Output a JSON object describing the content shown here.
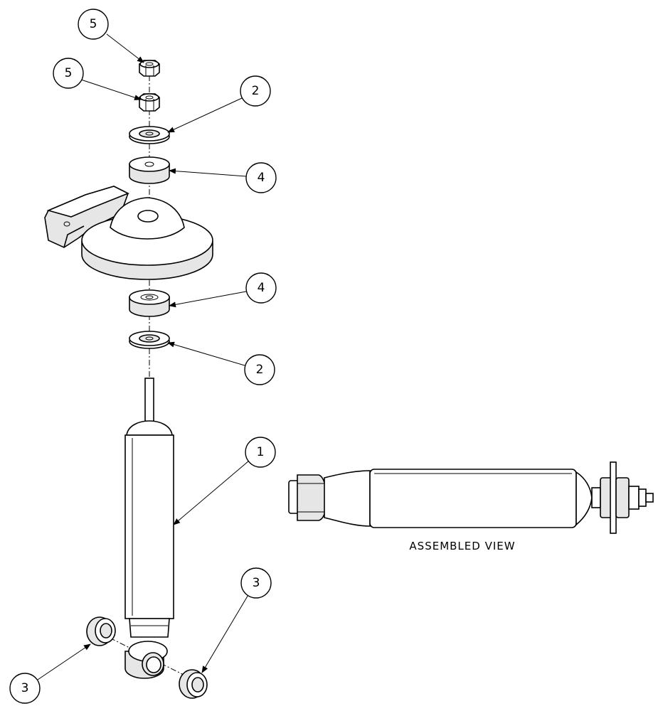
{
  "callouts": [
    {
      "id": "callout-5-top",
      "number": "5"
    },
    {
      "id": "callout-5-lower",
      "number": "5"
    },
    {
      "id": "callout-2-top",
      "number": "2"
    },
    {
      "id": "callout-4-top",
      "number": "4"
    },
    {
      "id": "callout-4-lower",
      "number": "4"
    },
    {
      "id": "callout-2-lower",
      "number": "2"
    },
    {
      "id": "callout-1",
      "number": "1"
    },
    {
      "id": "callout-3-right",
      "number": "3"
    },
    {
      "id": "callout-3-left",
      "number": "3"
    }
  ],
  "caption": "ASSEMBLED VIEW",
  "colors": {
    "line": "#000000",
    "background": "#ffffff",
    "shade": "#e6e6e6"
  }
}
